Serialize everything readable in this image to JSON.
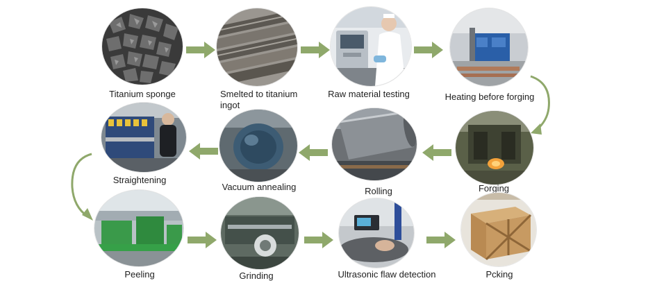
{
  "steps": [
    {
      "id": "titanium-sponge",
      "label": "Titanium sponge",
      "icon": "titanium-sponge-photo"
    },
    {
      "id": "smelted-ingot",
      "label": "Smelted to titanium\ningot",
      "icon": "titanium-ingot-photo"
    },
    {
      "id": "raw-material-testing",
      "label": "Raw material testing",
      "icon": "lab-testing-photo"
    },
    {
      "id": "heating-before-forging",
      "label": "Heating before forging",
      "icon": "furnace-photo"
    },
    {
      "id": "forging",
      "label": "Forging",
      "icon": "forging-press-photo"
    },
    {
      "id": "rolling",
      "label": "Rolling",
      "icon": "rolled-bar-photo"
    },
    {
      "id": "vacuum-annealing",
      "label": "Vacuum annealing",
      "icon": "vacuum-furnace-photo"
    },
    {
      "id": "straightening",
      "label": "Straightening",
      "icon": "straightening-machine-photo"
    },
    {
      "id": "peeling",
      "label": "Peeling",
      "icon": "peeling-machine-photo"
    },
    {
      "id": "grinding",
      "label": "Grinding",
      "icon": "grinding-machine-photo"
    },
    {
      "id": "ultrasonic-flaw-detection",
      "label": "Ultrasonic flaw detection",
      "icon": "ultrasonic-tester-photo"
    },
    {
      "id": "packing",
      "label": "Pcking",
      "icon": "wooden-crate-photo"
    }
  ],
  "colors": {
    "arrow": "#8fa86b",
    "text": "#1e1e1e"
  }
}
